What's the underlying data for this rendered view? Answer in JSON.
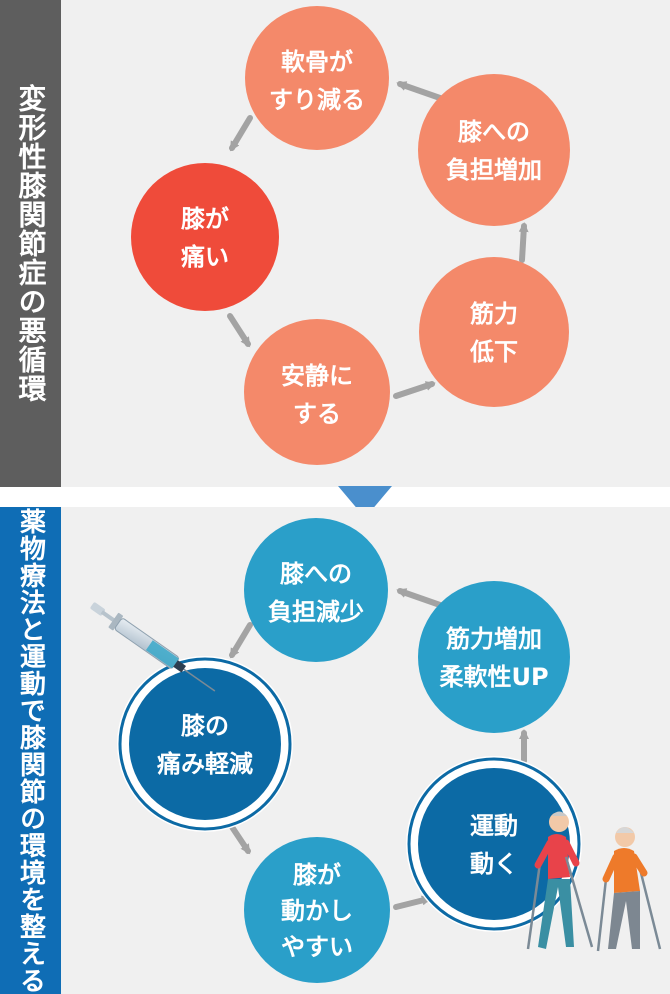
{
  "top": {
    "title": "変形性膝関節症の悪循環",
    "nodes": [
      {
        "id": "cartilage",
        "lines": [
          "軟骨が",
          "すり減る"
        ],
        "color": "#f4896a"
      },
      {
        "id": "load",
        "lines": [
          "膝への",
          "負担増加"
        ],
        "color": "#f4896a"
      },
      {
        "id": "pain",
        "lines": [
          "膝が",
          "痛い"
        ],
        "color": "#ef4b3a"
      },
      {
        "id": "muscle",
        "lines": [
          "筋力",
          "低下"
        ],
        "color": "#f4896a"
      },
      {
        "id": "rest",
        "lines": [
          "安静に",
          "する"
        ],
        "color": "#f4896a"
      }
    ]
  },
  "bottom": {
    "title": "薬物療法と運動で膝関節の環境を整える",
    "nodes": [
      {
        "id": "loadless",
        "lines": [
          "膝への",
          "負担減少"
        ],
        "color": "#2a9fc9"
      },
      {
        "id": "strength",
        "lines": [
          "筋力増加",
          "柔軟性UP"
        ],
        "color": "#2a9fc9"
      },
      {
        "id": "painless",
        "lines": [
          "膝の",
          "痛み軽減"
        ],
        "color": "#0c6aa5"
      },
      {
        "id": "exercise",
        "lines": [
          "運動",
          "動く"
        ],
        "color": "#0c6aa5"
      },
      {
        "id": "movable",
        "lines": [
          "膝が",
          "動かし",
          "やすい"
        ],
        "color": "#2a9fc9"
      }
    ]
  },
  "colors": {
    "arrow": "#a3a3a3",
    "divider_arrow": "#4a8fcd",
    "top_sidebar": "#5e5e5e",
    "bottom_sidebar": "#0f6db5"
  },
  "icons": [
    "syringe-icon",
    "elderly-walkers-icon"
  ]
}
